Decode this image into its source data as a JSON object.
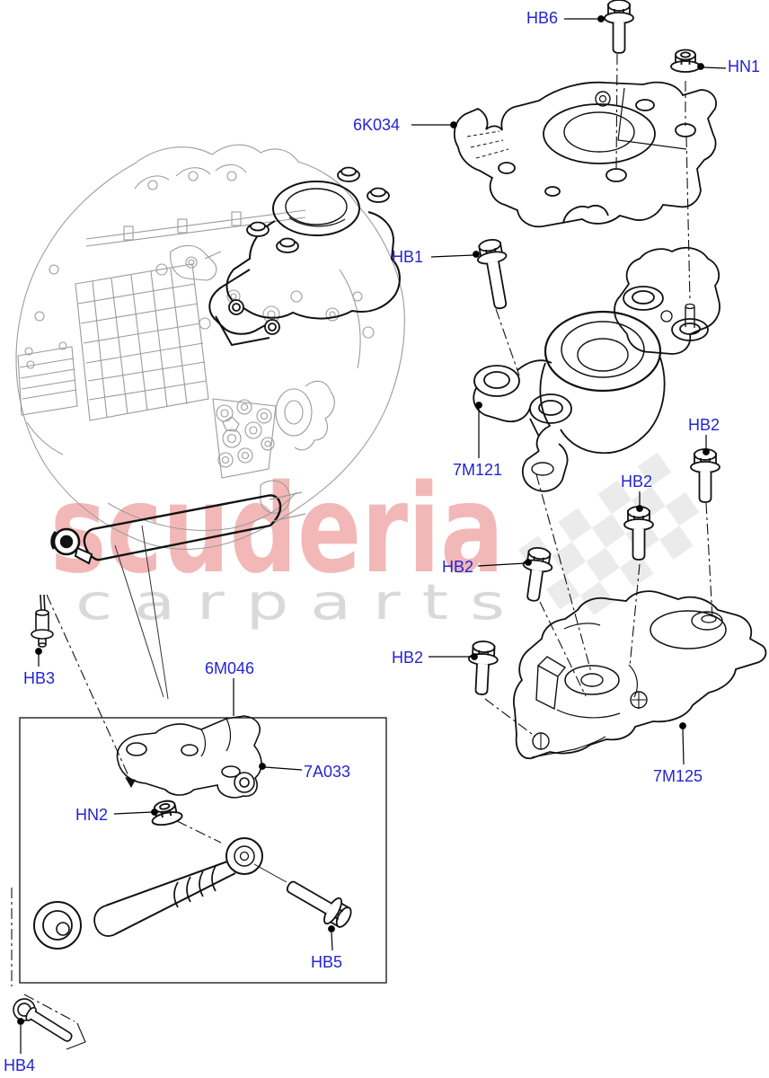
{
  "watermark": {
    "brand": "scuderia",
    "tagline": "c a r   p a r t s"
  },
  "callouts": [
    {
      "text": "HB6"
    },
    {
      "text": "HN1"
    },
    {
      "text": "6K034"
    },
    {
      "text": "HB1"
    },
    {
      "text": "7M121"
    },
    {
      "text": "HB2"
    },
    {
      "text": "HB2"
    },
    {
      "text": "HB2"
    },
    {
      "text": "HB2"
    },
    {
      "text": "7M125"
    },
    {
      "text": "HB3"
    },
    {
      "text": "6M046"
    },
    {
      "text": "7A033"
    },
    {
      "text": "HN2"
    },
    {
      "text": "HB5"
    },
    {
      "text": "HB4"
    }
  ],
  "colors": {
    "callout": "#2424d4",
    "line": "#111111",
    "drawing_gray": "#9b9b9b",
    "watermark_pink": "#f2b8b8",
    "watermark_gray": "#d9d9d9",
    "checker_gray": "#dcdcdc",
    "page_bg": "#ffffff"
  }
}
